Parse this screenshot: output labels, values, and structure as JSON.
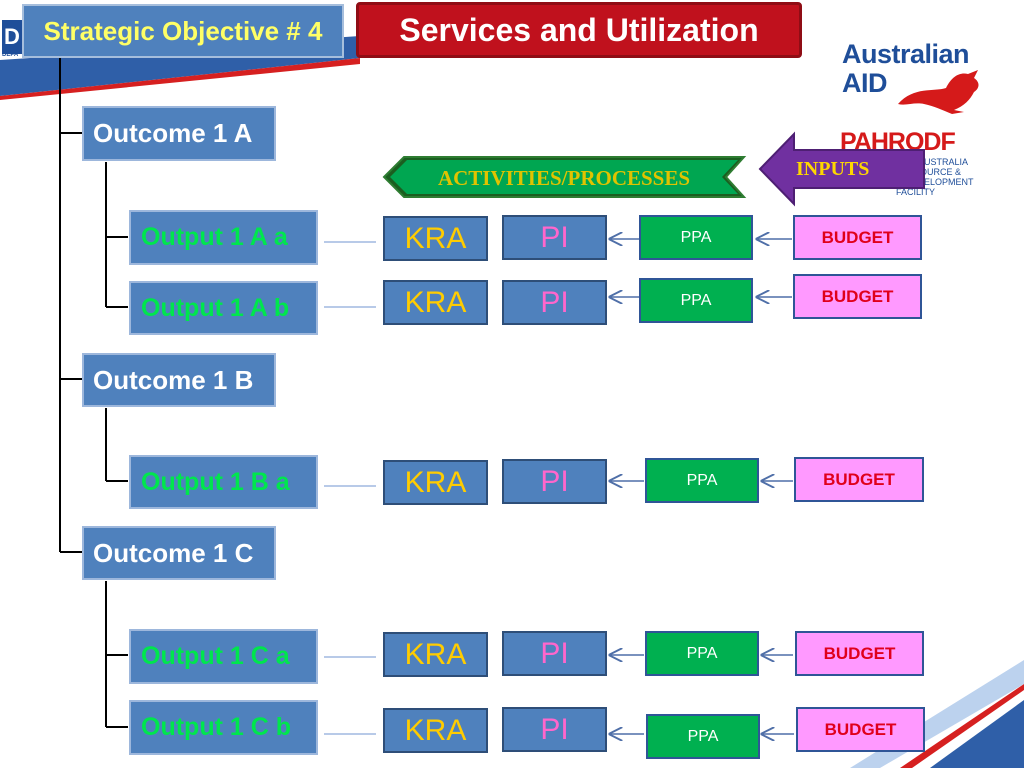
{
  "header": {
    "objective": "Strategic Objective # 4",
    "title": "Services and Utilization"
  },
  "logos": {
    "australian_aid_line1": "Australian",
    "australian_aid_line2": "AID",
    "pahrodf": "PAHRODF",
    "pahrodf_sub_line1": "AUSTRALIA",
    "pahrodf_sub_line2": "SOURCE &",
    "pahrodf_sub_line3": "EVELOPMENT",
    "pahrodf_sub_line4": "FACILITY",
    "dept_letter": "D",
    "dept_text": "DEPA"
  },
  "arrows": {
    "activities": "ACTIVITIES/PROCESSES",
    "inputs": "INPUTS"
  },
  "outcomes": [
    {
      "label": "Outcome 1 A"
    },
    {
      "label": "Outcome 1 B"
    },
    {
      "label": "Outcome 1 C"
    }
  ],
  "outputs": [
    {
      "label": "Output 1 A a",
      "kra": "KRA",
      "pi": "PI",
      "ppa": "PPA",
      "budget": "BUDGET"
    },
    {
      "label": "Output 1 A b",
      "kra": "KRA",
      "pi": "PI",
      "ppa": "PPA",
      "budget": "BUDGET"
    },
    {
      "label": "Output 1 B a",
      "kra": "KRA",
      "pi": "PI",
      "ppa": "PPA",
      "budget": "BUDGET"
    },
    {
      "label": "Output 1 C a",
      "kra": "KRA",
      "pi": "PI",
      "ppa": "PPA",
      "budget": "BUDGET"
    },
    {
      "label": "Output 1 C b",
      "kra": "KRA",
      "pi": "PI",
      "ppa": "PPA",
      "budget": "BUDGET"
    }
  ],
  "colors": {
    "box_blue": "#4f81bd",
    "title_red": "#c0111d",
    "output_green_text": "#00e64d",
    "ppa_green": "#00b050",
    "budget_pink": "#ff99ff",
    "arrow_green": "#00b050",
    "arrow_purple": "#7030a0"
  }
}
